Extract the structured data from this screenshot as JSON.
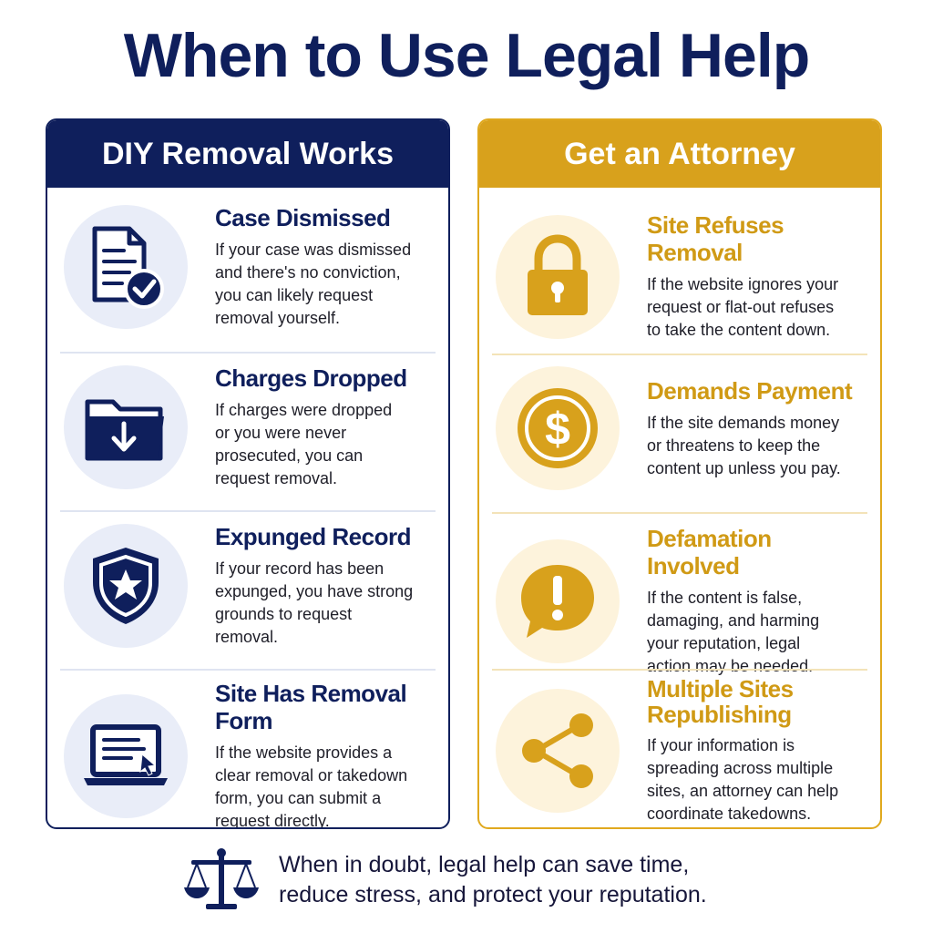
{
  "title": "When to Use Legal Help",
  "colors": {
    "navy": "#0f1f5c",
    "gold": "#d8a11c"
  },
  "diy": {
    "header": "DIY Removal Works",
    "items": [
      {
        "icon": "document-check-icon",
        "heading": "Case Dismissed",
        "desc_lines": [
          "If your case was dismissed",
          "and there's no conviction,",
          "you can likely request",
          "removal yourself."
        ]
      },
      {
        "icon": "folder-download-icon",
        "heading": "Charges Dropped",
        "desc_lines": [
          "If charges were dropped",
          "or you were never",
          "prosecuted, you can",
          "request removal."
        ]
      },
      {
        "icon": "shield-star-icon",
        "heading": "Expunged Record",
        "desc_lines": [
          "If your record has been",
          "expunged, you have strong",
          "grounds to request",
          "removal."
        ]
      },
      {
        "icon": "laptop-form-icon",
        "heading": "Site Has Removal Form",
        "desc_lines": [
          "If the website provides a",
          "clear removal or takedown",
          "form, you can submit a",
          "request directly."
        ]
      }
    ]
  },
  "attorney": {
    "header": "Get an Attorney",
    "items": [
      {
        "icon": "padlock-icon",
        "heading": "Site Refuses Removal",
        "desc_lines": [
          "If the website ignores your",
          "request or flat-out refuses",
          "to take the content down."
        ]
      },
      {
        "icon": "dollar-coin-icon",
        "heading": "Demands Payment",
        "desc_lines": [
          "If the site demands money",
          "or threatens to keep the",
          "content up unless you pay."
        ]
      },
      {
        "icon": "exclamation-bubble-icon",
        "heading": "Defamation Involved",
        "desc_lines": [
          "If the content is false,",
          "damaging, and harming",
          "your reputation, legal",
          "action may be needed."
        ]
      },
      {
        "icon": "share-network-icon",
        "heading_lines": [
          "Multiple Sites",
          "Republishing"
        ],
        "desc_lines": [
          "If your information is",
          "spreading across multiple",
          "sites, an attorney can help",
          "coordinate takedowns."
        ]
      }
    ]
  },
  "footer": {
    "icon": "scales-of-justice-icon",
    "lines": [
      "When in doubt, legal help can save time,",
      "reduce stress, and protect your reputation."
    ]
  }
}
